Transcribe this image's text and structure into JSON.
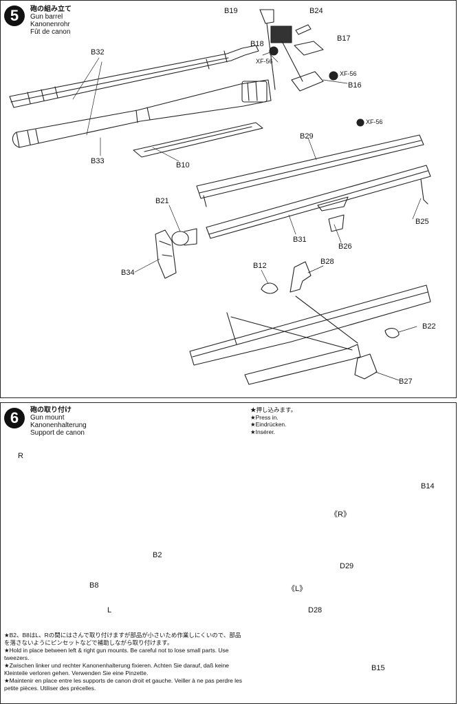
{
  "step5": {
    "number": "5",
    "title_ja": "砲の組み立て",
    "title_en": "Gun barrel",
    "title_de": "Kanonenrohr",
    "title_fr": "Fût de canon",
    "labels": {
      "b19": "B19",
      "b24": "B24",
      "b18": "B18",
      "b17": "B17",
      "xf56a": "XF-56",
      "xf56b": "XF-56",
      "b16": "B16",
      "b32": "B32",
      "b33": "B33",
      "b10": "B10",
      "xf56c": "XF-56",
      "b29": "B29",
      "b21": "B21",
      "b31": "B31",
      "b26": "B26",
      "b25": "B25",
      "b34": "B34",
      "b12": "B12",
      "b28": "B28",
      "b22": "B22",
      "b27": "B27"
    }
  },
  "step6": {
    "number": "6",
    "title_ja": "砲の取り付け",
    "title_en": "Gun mount",
    "title_de": "Kanonenhalterung",
    "title_fr": "Support de canon",
    "press_in": [
      "★押し込みます。",
      "★Press in.",
      "★Eindrücken.",
      "★Insérer."
    ],
    "labels": {
      "r": "R",
      "b14": "B14",
      "r_paren": "《R》",
      "b2": "B2",
      "b8": "B8",
      "d29": "D29",
      "l": "L",
      "l_paren": "《L》",
      "d28": "D28",
      "b15": "B15"
    },
    "notes": [
      "★B2、B8はL、Rの間にはさんで取り付けますが部品が小さいため作業しにくいので、部品を落さないようにピンセットなどで補助しながら取り付けます。",
      "★Hold in place between left & right gun mounts. Be careful not to lose small parts. Use tweezers.",
      "★Zwischen linker und rechter Kanonenhalterung fixieren. Achten Sie darauf, daß keine Kleinteile verloren gehen. Verwenden Sie eine Pinzette.",
      "★Maintenir en place entre les supports de canon droit et gauche. Veiller à ne pas perdre les petite pièces. Utiliser des précelles."
    ]
  }
}
